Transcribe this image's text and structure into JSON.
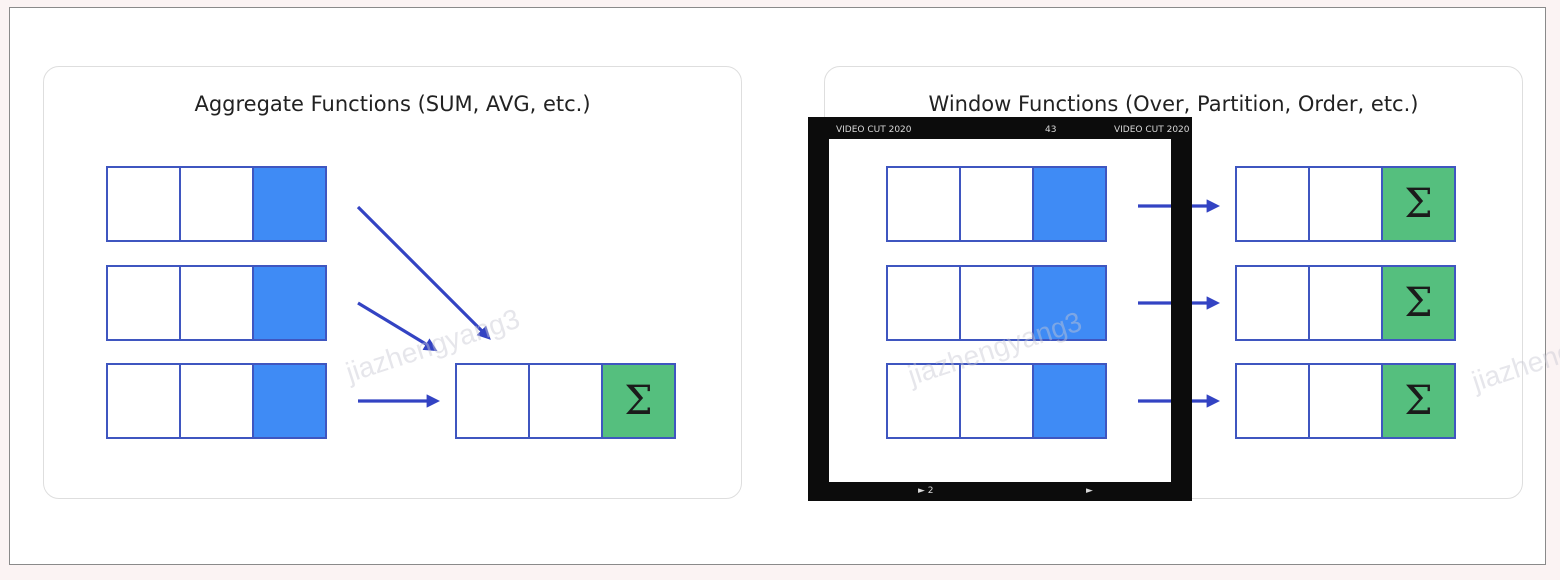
{
  "panels": {
    "left": {
      "title": "Aggregate Functions (SUM, AVG, etc.)"
    },
    "right": {
      "title": "Window Functions (Over, Partition, Order, etc.)"
    }
  },
  "sigma": "Σ",
  "watermark": "jiazhengyang3",
  "film_frame": {
    "top_left": "VIDEO CUT 2020",
    "top_center": "43",
    "top_right": "VIDEO CUT 2020",
    "bottom_left": "► 2",
    "bottom_right": "►"
  },
  "colors": {
    "cell_border": "#3f56c0",
    "value_cell": "#3f8bf5",
    "result_cell": "#55bf7e",
    "arrow": "#3343c3"
  }
}
